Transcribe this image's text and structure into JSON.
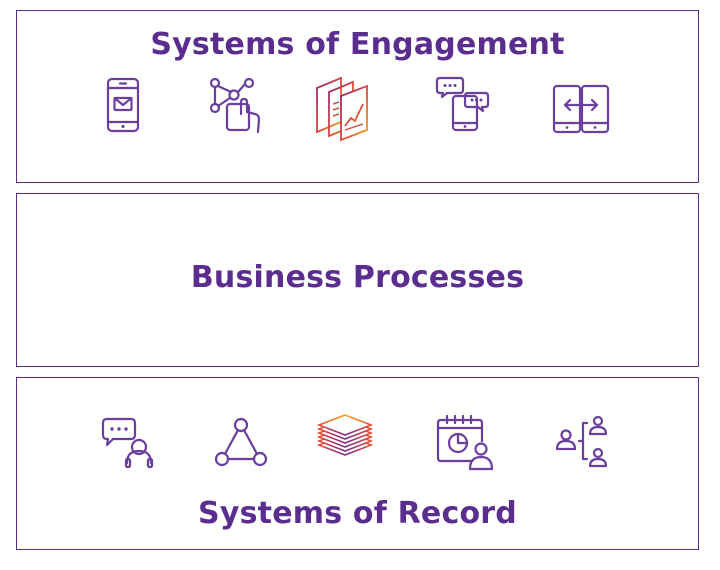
{
  "layers": {
    "top": {
      "title": "Systems of Engagement"
    },
    "middle": {
      "title": "Business Processes"
    },
    "bottom": {
      "title": "Systems of Record"
    }
  },
  "icons": {
    "top": [
      "mobile-mail-icon",
      "touch-network-icon",
      "analytics-reports-icon",
      "mobile-chat-icon",
      "device-sync-icon"
    ],
    "bottom": [
      "chat-support-icon",
      "triangle-network-icon",
      "layered-stack-icon",
      "calendar-analytics-user-icon",
      "user-hierarchy-icon"
    ]
  },
  "colors": {
    "primary": "#5b2d8e",
    "icon": "#6b3fa0",
    "gradient_start": "#c0392b",
    "gradient_end": "#f5a623"
  }
}
